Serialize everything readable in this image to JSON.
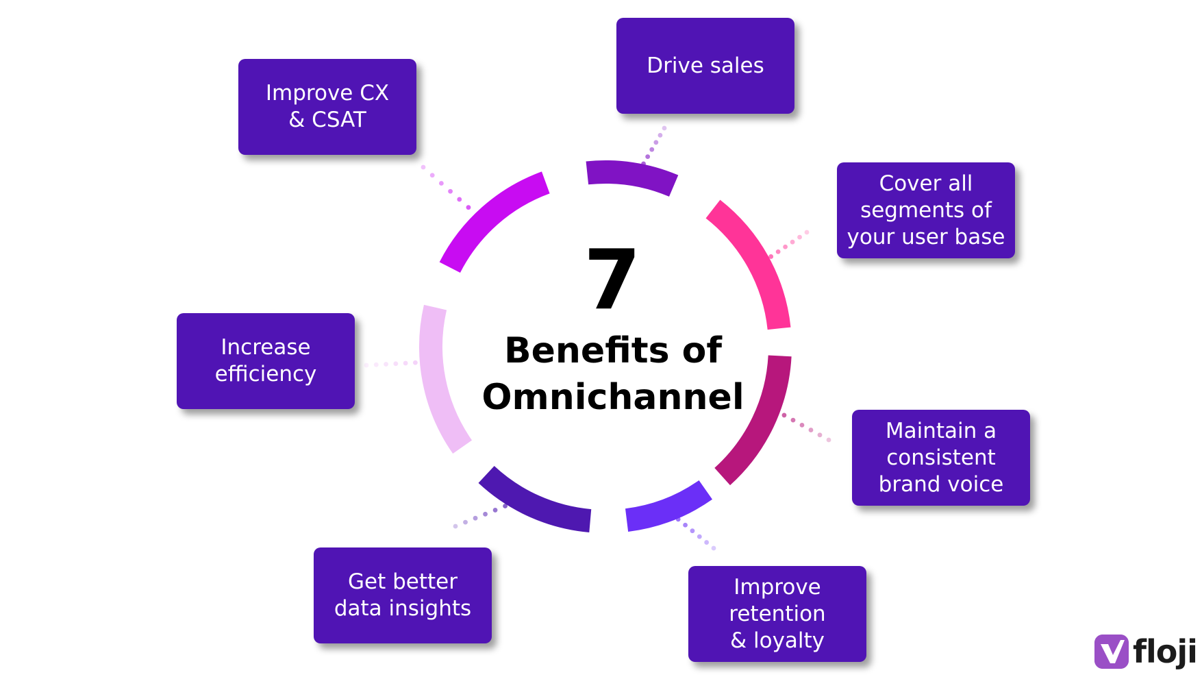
{
  "center": {
    "number": "7",
    "title": "Benefits of\nOmnichannel"
  },
  "benefits": [
    {
      "label": "Drive sales",
      "color": "#8013c4"
    },
    {
      "label": "Cover all\nsegments of\nyour user base",
      "color": "#ff3498"
    },
    {
      "label": "Maintain a\nconsistent\nbrand voice",
      "color": "#b7177c"
    },
    {
      "label": "Improve\nretention\n& loyalty",
      "color": "#6b2ff7"
    },
    {
      "label": "Get better\ndata insights",
      "color": "#4e18b0"
    },
    {
      "label": "Increase\nefficiency",
      "color": "#efbef6"
    },
    {
      "label": "Improve CX\n& CSAT",
      "color": "#c80cf2"
    }
  ],
  "colors": {
    "box": "#5014b4",
    "text": "#ffffff"
  },
  "logo": {
    "text": "floji",
    "icon": "floji-logo-icon"
  }
}
